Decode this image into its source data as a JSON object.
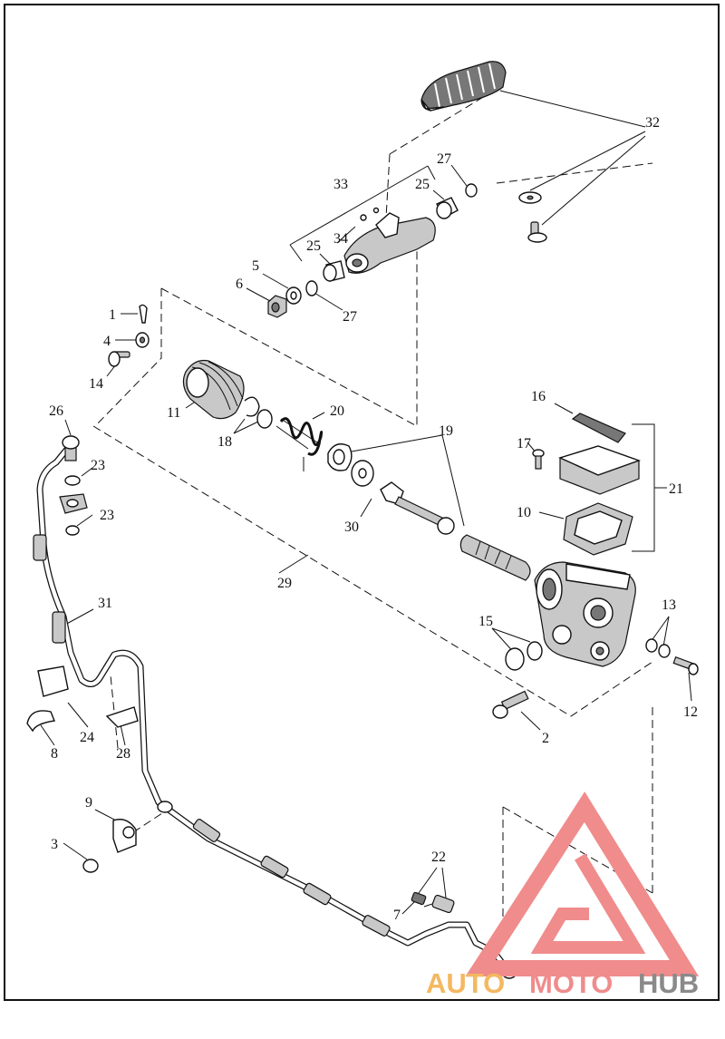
{
  "callouts": [
    {
      "id": "c1",
      "text": "1"
    },
    {
      "id": "c2",
      "text": "2"
    },
    {
      "id": "c3",
      "text": "3"
    },
    {
      "id": "c4",
      "text": "4"
    },
    {
      "id": "c5",
      "text": "5"
    },
    {
      "id": "c6",
      "text": "6"
    },
    {
      "id": "c7",
      "text": "7"
    },
    {
      "id": "c8",
      "text": "8"
    },
    {
      "id": "c9",
      "text": "9"
    },
    {
      "id": "c10",
      "text": "10"
    },
    {
      "id": "c11",
      "text": "11"
    },
    {
      "id": "c12",
      "text": "12"
    },
    {
      "id": "c13",
      "text": "13"
    },
    {
      "id": "c14",
      "text": "14"
    },
    {
      "id": "c15",
      "text": "15"
    },
    {
      "id": "c16",
      "text": "16"
    },
    {
      "id": "c17",
      "text": "17"
    },
    {
      "id": "c18",
      "text": "18"
    },
    {
      "id": "c19",
      "text": "19"
    },
    {
      "id": "c20",
      "text": "20"
    },
    {
      "id": "c21",
      "text": "21"
    },
    {
      "id": "c22",
      "text": "22"
    },
    {
      "id": "c23a",
      "text": "23"
    },
    {
      "id": "c23b",
      "text": "23"
    },
    {
      "id": "c24",
      "text": "24"
    },
    {
      "id": "c25a",
      "text": "25"
    },
    {
      "id": "c25b",
      "text": "25"
    },
    {
      "id": "c26",
      "text": "26"
    },
    {
      "id": "c27a",
      "text": "27"
    },
    {
      "id": "c27b",
      "text": "27"
    },
    {
      "id": "c28",
      "text": "28"
    },
    {
      "id": "c29",
      "text": "29"
    },
    {
      "id": "c30",
      "text": "30"
    },
    {
      "id": "c31",
      "text": "31"
    },
    {
      "id": "c32",
      "text": "32"
    },
    {
      "id": "c33",
      "text": "33"
    },
    {
      "id": "c34",
      "text": "34"
    }
  ],
  "watermark": {
    "part1": "AUTO",
    "part2": "MOTO",
    "part3": "HUB",
    "color_primary": "#f08c8c",
    "color_secondary": "#f4b860",
    "color_dark": "#8a8a8a"
  },
  "colors": {
    "ink": "#111111",
    "background": "#ffffff"
  }
}
